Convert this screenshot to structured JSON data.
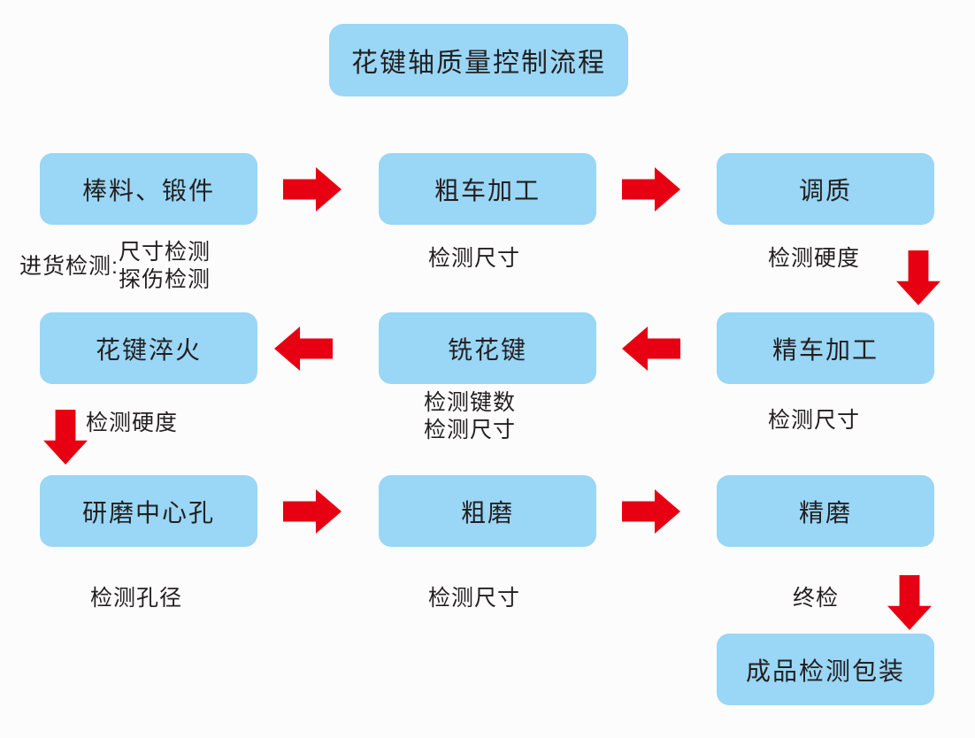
{
  "theme": {
    "node_fill": "#9ad6f5",
    "arrow_color": "#e60012",
    "text_color": "#231f20",
    "background": "#fcfcfc"
  },
  "title": "花键轴质量控制流程",
  "nodes": [
    {
      "id": "raw-material",
      "label": "棒料、锻件",
      "row": 1,
      "col": 1
    },
    {
      "id": "rough-turning",
      "label": "粗车加工",
      "row": 1,
      "col": 2
    },
    {
      "id": "quench-temper",
      "label": "调质",
      "row": 1,
      "col": 3
    },
    {
      "id": "spline-quench",
      "label": "花键淬火",
      "row": 2,
      "col": 1
    },
    {
      "id": "mill-spline",
      "label": "铣花键",
      "row": 2,
      "col": 2
    },
    {
      "id": "finish-turning",
      "label": "精车加工",
      "row": 2,
      "col": 3
    },
    {
      "id": "grind-center",
      "label": "研磨中心孔",
      "row": 3,
      "col": 1
    },
    {
      "id": "rough-grinding",
      "label": "粗磨",
      "row": 3,
      "col": 2
    },
    {
      "id": "fine-grinding",
      "label": "精磨",
      "row": 3,
      "col": 3
    },
    {
      "id": "final-packaging",
      "label": "成品检测包装",
      "row": 4,
      "col": 3
    }
  ],
  "captions": {
    "incoming_prefix": "进货检测:",
    "incoming_line1": "尺寸检测",
    "incoming_line2": "探伤检测",
    "rough_turning_check": "检测尺寸",
    "quench_temper_check": "检测硬度",
    "spline_quench_check": "检测硬度",
    "mill_spline_line1": "检测键数",
    "mill_spline_line2": "检测尺寸",
    "finish_turning_check": "检测尺寸",
    "grind_center_check": "检测孔径",
    "rough_grinding_check": "检测尺寸",
    "final_inspection": "终检"
  },
  "arrows": [
    {
      "id": "raw-to-rough",
      "direction": "right"
    },
    {
      "id": "rough-to-quench",
      "direction": "right"
    },
    {
      "id": "quench-to-finishturn",
      "direction": "down"
    },
    {
      "id": "finishturn-to-mill",
      "direction": "left"
    },
    {
      "id": "mill-to-splinequench",
      "direction": "left"
    },
    {
      "id": "splinequench-to-grind",
      "direction": "down"
    },
    {
      "id": "grind-to-roughgrind",
      "direction": "right"
    },
    {
      "id": "roughgrind-to-finegrind",
      "direction": "right"
    },
    {
      "id": "finegrind-to-packaging",
      "direction": "down"
    }
  ]
}
